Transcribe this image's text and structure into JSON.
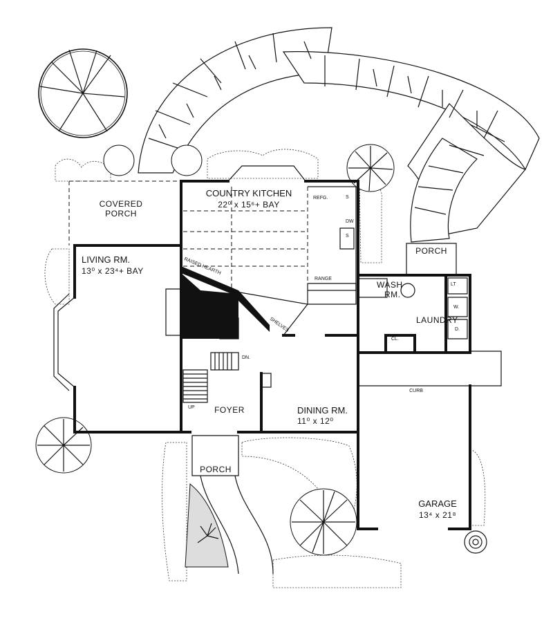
{
  "rooms": {
    "covered_porch": [
      "COVERED",
      "PORCH"
    ],
    "living": [
      "LIVING RM.",
      "13⁰ x 23⁴+ BAY"
    ],
    "kitchen": [
      "COUNTRY KITCHEN",
      "22⁰ x 15⁶+ BAY"
    ],
    "dining": [
      "DINING RM.",
      "11⁰ x 12⁰"
    ],
    "foyer": "FOYER",
    "wash": [
      "WASH",
      "RM."
    ],
    "laundry": "LAUNDRY",
    "garage": [
      "GARAGE",
      "13⁴ x 21⁸"
    ],
    "porch_front": "PORCH",
    "porch_side": "PORCH"
  },
  "labels": {
    "raised_hearth": "RAISED HEARTH",
    "shelves": "SHELVES",
    "refg": "REFG.",
    "range": "RANGE",
    "dw": "DW",
    "s1": "S",
    "s2": "S",
    "cl_stair": "CL.",
    "cl_laundry": "CL.",
    "dn": "DN.",
    "up": "UP",
    "curb": "CURB",
    "lt": "LT",
    "w": "W.",
    "d": "D."
  }
}
